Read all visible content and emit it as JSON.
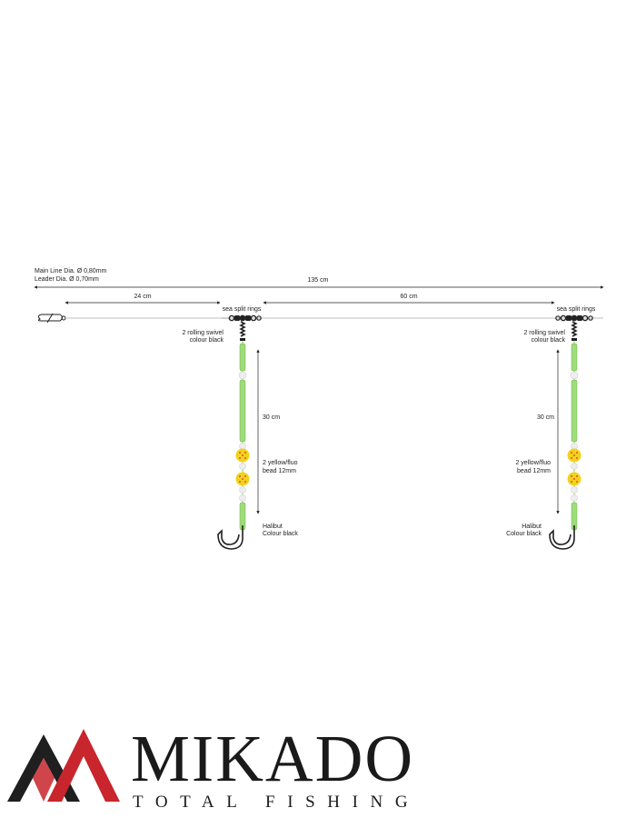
{
  "specs": {
    "main_line": "Main Line Dia. Ø 0,80mm",
    "leader": "Leader Dia. Ø 0,70mm"
  },
  "dimensions": {
    "total": "135 cm",
    "first_segment": "24 cm",
    "middle_segment": "60 cm",
    "dropper_length": "30 cm"
  },
  "callouts": {
    "split_rings": "sea split rings",
    "swivel_line1": "2 rolling swivel",
    "swivel_line2": "colour black",
    "bead_line1": "2 yellow/fluo",
    "bead_line2": "bead 12mm",
    "hook_line1": "Halibut",
    "hook_line2": "Colour black"
  },
  "brand": {
    "name": "MIKADO",
    "tagline": "TOTAL FISHING",
    "logo_colors": {
      "red": "#c8252c",
      "dark": "#1f1f1f"
    }
  },
  "colors": {
    "tube": "#9edc7a",
    "bead_yellow": "#f2d21b",
    "bead_dot": "#d0312d",
    "bead_white": "#eeeeee",
    "hardware": "#222222"
  }
}
